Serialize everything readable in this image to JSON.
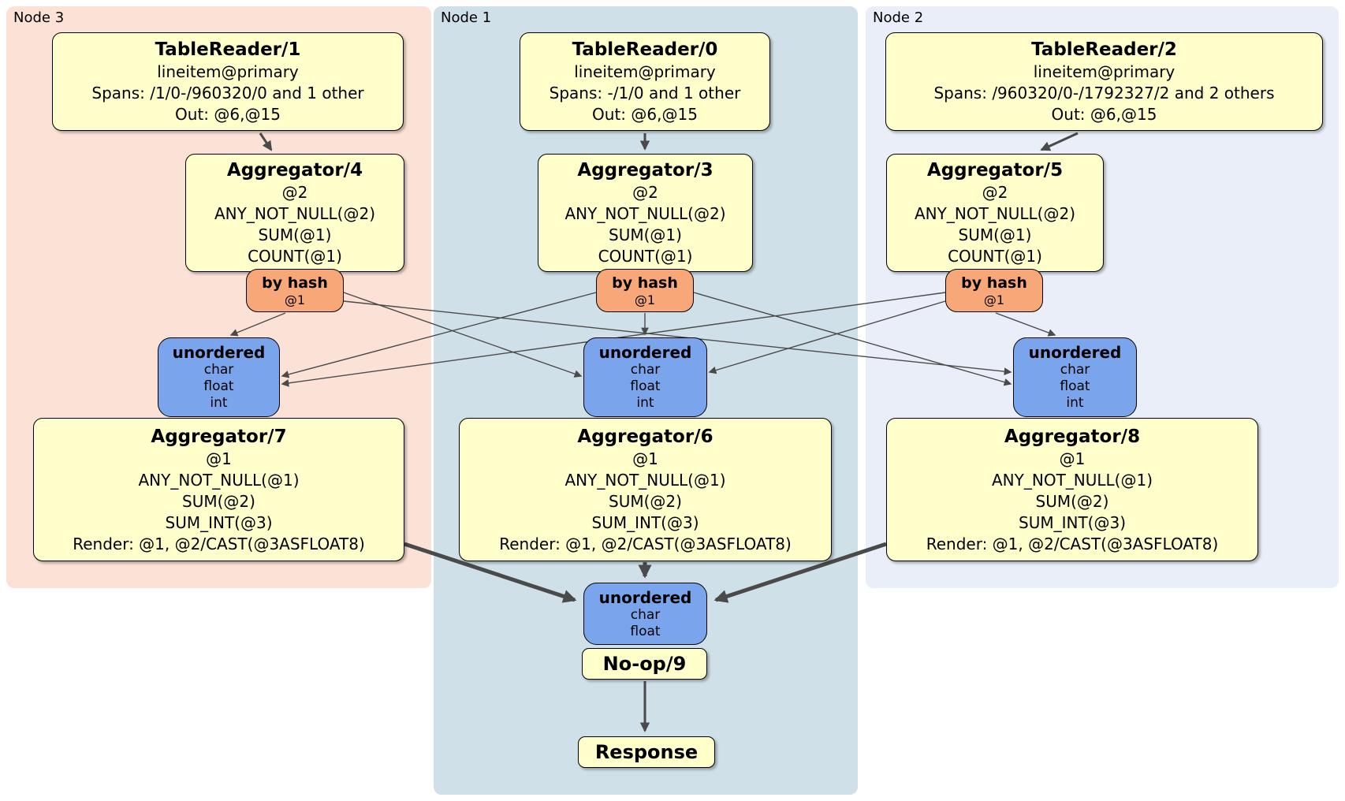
{
  "colors": {
    "node3_bg": "#fce2d6",
    "node1_bg": "#cfe0e9",
    "node2_bg": "#e9eef8",
    "box_yellow": "#ffffcc",
    "router_orange": "#f8a878",
    "sync_blue": "#7aa5ec",
    "edge": "#4a4a4a"
  },
  "nodes": [
    {
      "label": "Node 3",
      "table_reader": {
        "title": "TableReader/1",
        "index": "lineitem@primary",
        "spans": "Spans: /1/0-/960320/0 and 1 other",
        "out": "Out: @6,@15"
      },
      "aggregator_top": {
        "title": "Aggregator/4",
        "lines": [
          "@2",
          "ANY_NOT_NULL(@2)",
          "SUM(@1)",
          "COUNT(@1)"
        ]
      },
      "router": {
        "title": "by hash",
        "detail": "@1"
      },
      "sync": {
        "title": "unordered",
        "lines": [
          "char",
          "float",
          "int"
        ]
      },
      "aggregator_bottom": {
        "title": "Aggregator/7",
        "lines": [
          "@1",
          "ANY_NOT_NULL(@1)",
          "SUM(@2)",
          "SUM_INT(@3)",
          "Render: @1, @2/CAST(@3ASFLOAT8)"
        ]
      }
    },
    {
      "label": "Node 1",
      "table_reader": {
        "title": "TableReader/0",
        "index": "lineitem@primary",
        "spans": "Spans: -/1/0 and 1 other",
        "out": "Out: @6,@15"
      },
      "aggregator_top": {
        "title": "Aggregator/3",
        "lines": [
          "@2",
          "ANY_NOT_NULL(@2)",
          "SUM(@1)",
          "COUNT(@1)"
        ]
      },
      "router": {
        "title": "by hash",
        "detail": "@1"
      },
      "sync": {
        "title": "unordered",
        "lines": [
          "char",
          "float",
          "int"
        ]
      },
      "aggregator_bottom": {
        "title": "Aggregator/6",
        "lines": [
          "@1",
          "ANY_NOT_NULL(@1)",
          "SUM(@2)",
          "SUM_INT(@3)",
          "Render: @1, @2/CAST(@3ASFLOAT8)"
        ]
      }
    },
    {
      "label": "Node 2",
      "table_reader": {
        "title": "TableReader/2",
        "index": "lineitem@primary",
        "spans": "Spans: /960320/0-/1792327/2 and 2 others",
        "out": "Out: @6,@15"
      },
      "aggregator_top": {
        "title": "Aggregator/5",
        "lines": [
          "@2",
          "ANY_NOT_NULL(@2)",
          "SUM(@1)",
          "COUNT(@1)"
        ]
      },
      "router": {
        "title": "by hash",
        "detail": "@1"
      },
      "sync": {
        "title": "unordered",
        "lines": [
          "char",
          "float",
          "int"
        ]
      },
      "aggregator_bottom": {
        "title": "Aggregator/8",
        "lines": [
          "@1",
          "ANY_NOT_NULL(@1)",
          "SUM(@2)",
          "SUM_INT(@3)",
          "Render: @1, @2/CAST(@3ASFLOAT8)"
        ]
      }
    }
  ],
  "final": {
    "sync": {
      "title": "unordered",
      "lines": [
        "char",
        "float"
      ]
    },
    "noop": {
      "title": "No-op/9"
    },
    "response": {
      "title": "Response"
    }
  }
}
